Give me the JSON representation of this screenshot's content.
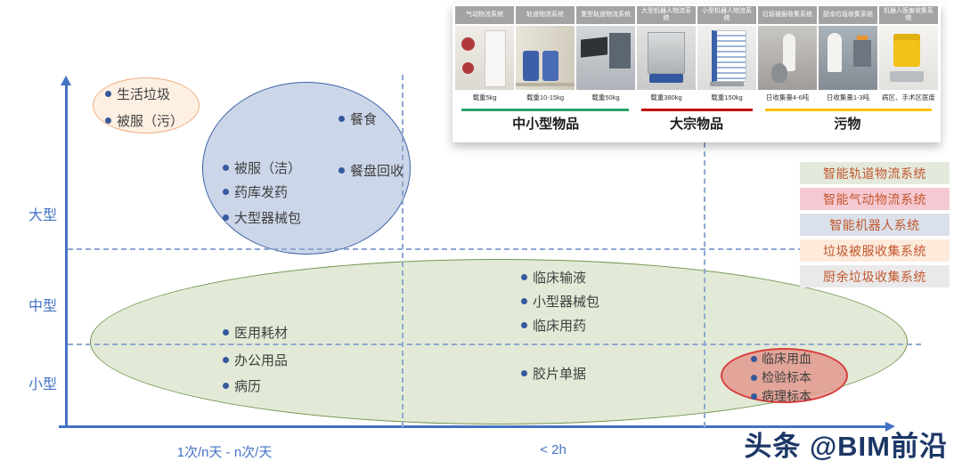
{
  "axes": {
    "y_labels": [
      "大型",
      "中型",
      "小型"
    ],
    "x_labels": [
      "1次/n天 - n次/天",
      "< 2h"
    ]
  },
  "orange_group": {
    "items": [
      "生活垃圾",
      "被服（污）"
    ]
  },
  "blue_group": {
    "items": [
      "餐食",
      "被服（洁）",
      "餐盘回收",
      "药库发药",
      "大型器械包"
    ]
  },
  "green_group": {
    "items": [
      "临床输液",
      "小型器械包",
      "临床用药",
      "医用耗材",
      "办公用品",
      "病历",
      "胶片单据"
    ]
  },
  "red_group": {
    "items": [
      "临床用血",
      "检验标本",
      "病理标本"
    ]
  },
  "legend": {
    "text_color": "#c2572f",
    "items": [
      {
        "label": "智能轨道物流系统",
        "bg": "#e3e9dc"
      },
      {
        "label": "智能气动物流系统",
        "bg": "#f6c9d2"
      },
      {
        "label": "智能机器人系统",
        "bg": "#dae1ea"
      },
      {
        "label": "垃圾被服收集系统",
        "bg": "#fdeadb"
      },
      {
        "label": "厨余垃圾收集系统",
        "bg": "#e9e9e9"
      }
    ]
  },
  "strip": {
    "columns": [
      {
        "header": "气动物流系统",
        "caption": "载重5kg"
      },
      {
        "header": "轨道物流系统",
        "caption": "载重10-15kg"
      },
      {
        "header": "重型轨道物流系统",
        "caption": "载重50kg"
      },
      {
        "header": "大型机器人物流系统",
        "caption": "载重380kg"
      },
      {
        "header": "小型机器人物流系统",
        "caption": "载重150kg"
      },
      {
        "header": "垃圾被服收集系统",
        "caption": "日收集量4-6吨"
      },
      {
        "header": "厨余垃圾收集系统",
        "caption": "日收集量1-3吨"
      },
      {
        "header": "机器人医废收集系统",
        "caption": "病区、手术区医废"
      }
    ],
    "categories": [
      {
        "label": "中小型物品",
        "underline_color": "#27a567"
      },
      {
        "label": "大宗物品",
        "underline_color": "#c00000"
      },
      {
        "label": "污物",
        "underline_color": "#ffc000"
      }
    ]
  },
  "watermark": "头条 @BIM前沿",
  "colors": {
    "axis": "#4472c4",
    "dashed_line": "#8fa8d0",
    "bullet": "#35599c",
    "orange_fill": "#fdf0e3",
    "orange_border": "#f0ad7e",
    "blue_fill": "#ccd6e9",
    "blue_border": "#3c62a5",
    "green_fill": "#e2ead7",
    "green_border": "#71944d",
    "red_fill": "#e3948a",
    "red_border": "#d63c3c",
    "watermark": "#1c3766"
  }
}
